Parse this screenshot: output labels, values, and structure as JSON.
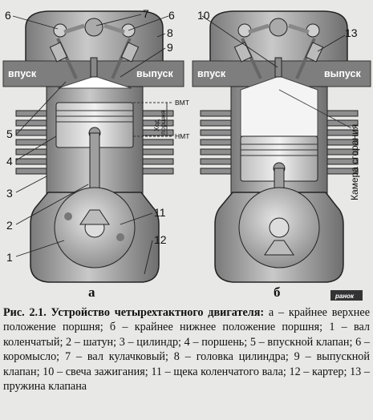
{
  "figure": {
    "left": {
      "intake": "впуск",
      "exhaust": "выпуск",
      "tdc": "ВМТ",
      "bdc": "НМТ",
      "stroke_label_1": "Ход",
      "stroke_label_2": "поршня",
      "sublabel": "а",
      "callouts": [
        "6",
        "7",
        "6",
        "8",
        "9",
        "5",
        "4",
        "3",
        "2",
        "11",
        "1",
        "12"
      ]
    },
    "right": {
      "intake": "впуск",
      "exhaust": "выпуск",
      "chamber": "Камера сгорания",
      "sublabel": "б",
      "callouts": [
        "10",
        "13"
      ]
    },
    "logo": "ранок"
  },
  "caption": {
    "title": "Рис. 2.1. Устройство четырехтактного двигателя:",
    "body": " а – крайнее верхнее положение поршня; б – крайнее нижнее положение поршня; 1 – вал коленчатый; 2 – шатун; 3 – цилиндр; 4 – поршень; 5 – впускной клапан; 6 – коромысло; 7 – вал кулачковый; 8 – головка цилиндра; 9 – выпускной клапан; 10 – свеча зажигания; 11 – щека коленчатого вала; 12 – картер; 13 – пружина клапана"
  },
  "colors": {
    "body_fill": "#9a9a9a",
    "dark": "#333333",
    "bar": "#7e7e7e",
    "background": "#e8e8e6"
  }
}
